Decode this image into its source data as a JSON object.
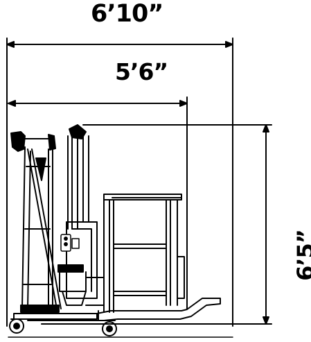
{
  "dimensions": {
    "overall_length": "6’10”",
    "base_length": "5’6”",
    "height": "6’5”"
  },
  "colors": {
    "ink": "#000000",
    "background": "#ffffff"
  }
}
